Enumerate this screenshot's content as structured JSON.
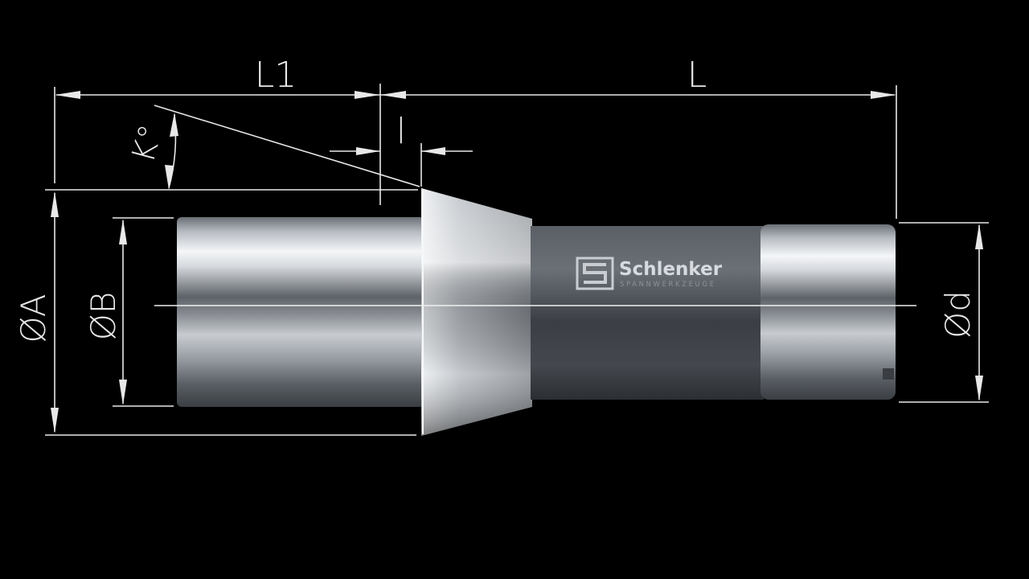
{
  "dimensions": {
    "L1": "L1",
    "L": "L",
    "l": "l",
    "K": "K°",
    "A": "ØA",
    "B": "ØB",
    "d": "Ød"
  },
  "logo": {
    "name": "Schlenker",
    "tagline": "SPANNWERKZEUGE"
  },
  "colors": {
    "background": "#000000",
    "dimension_lines": "#e8e8e8",
    "steel_light": "#f2f4f6",
    "steel_dark": "#4a4f55",
    "sleeve_dark": "#3e4248"
  }
}
